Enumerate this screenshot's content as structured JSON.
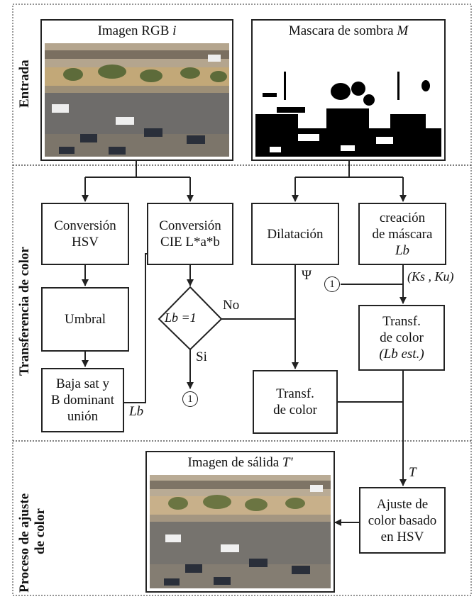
{
  "sections": {
    "entrada": "Entrada",
    "transferencia": "Transferencia de color",
    "proceso_line1": "Proceso de ajuste",
    "proceso_line2": "de color"
  },
  "inputs": {
    "rgb_title": "Imagen RGB",
    "rgb_symbol": "i",
    "mask_title": "Mascara de sombra",
    "mask_symbol": "M"
  },
  "nodes": {
    "hsv": [
      "Conversión",
      "HSV"
    ],
    "cie": [
      "Conversión",
      "CIE L*a*b"
    ],
    "dilatacion": [
      "Dilatación"
    ],
    "creacion": [
      "creación",
      "de máscara"
    ],
    "creacion_symbol": "Lb",
    "umbral": [
      "Umbral"
    ],
    "baja": [
      "Baja sat y",
      "B dominant",
      "unión"
    ],
    "decision": "Lb =1",
    "transf_est": [
      "Transf.",
      "de color"
    ],
    "transf_est_symbol": "(Lb  est.)",
    "transf": [
      "Transf.",
      "de color"
    ],
    "ajuste": [
      "Ajuste de",
      "color basado",
      "en HSV"
    ]
  },
  "labels": {
    "no": "No",
    "si": "Si",
    "psi": "Ψ",
    "lb": "Lb",
    "kk": "(Ks , Ku)",
    "t": "T",
    "connector": "1"
  },
  "output": {
    "title": "Imagen de sálida",
    "symbol": "T'"
  },
  "colors": {
    "line": "#222222",
    "divider": "#555555"
  }
}
